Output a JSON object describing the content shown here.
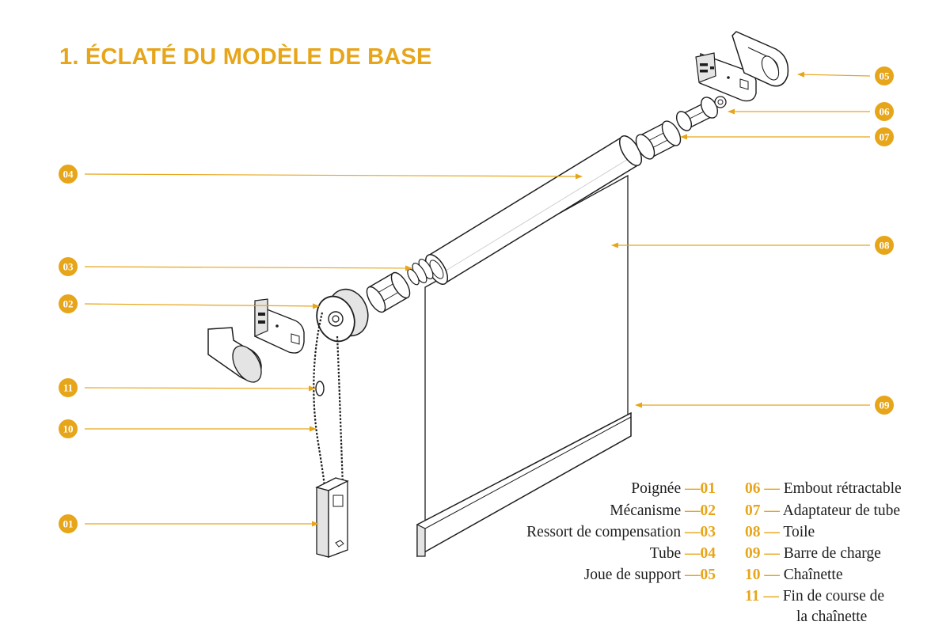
{
  "title": "1. ÉCLATÉ DU MODÈLE DE BASE",
  "colors": {
    "accent": "#e7a519",
    "line": "#1d1d1d",
    "part_fill": "#ffffff",
    "part_shade": "#e4e4e4"
  },
  "callouts": [
    "01",
    "02",
    "03",
    "04",
    "05",
    "06",
    "07",
    "08",
    "09",
    "10",
    "11"
  ],
  "legend": {
    "left": [
      {
        "name": "Poignée",
        "dash": "—",
        "num": "01"
      },
      {
        "name": "Mécanisme",
        "dash": "—",
        "num": "02"
      },
      {
        "name": "Ressort de compensation",
        "dash": "—",
        "num": "03"
      },
      {
        "name": "Tube",
        "dash": "—",
        "num": "04"
      },
      {
        "name": "Joue de support",
        "dash": "—",
        "num": "05"
      }
    ],
    "right": [
      {
        "num": "06",
        "dash": "—",
        "name": "Embout rétractable"
      },
      {
        "num": "07",
        "dash": "—",
        "name": "Adaptateur de tube"
      },
      {
        "num": "08",
        "dash": "—",
        "name": "Toile"
      },
      {
        "num": "09",
        "dash": "—",
        "name": "Barre de charge"
      },
      {
        "num": "10",
        "dash": "—",
        "name": "Chaînette"
      },
      {
        "num": "11",
        "dash": "—",
        "name": "Fin de course de",
        "cont": "la chaînette"
      }
    ]
  }
}
